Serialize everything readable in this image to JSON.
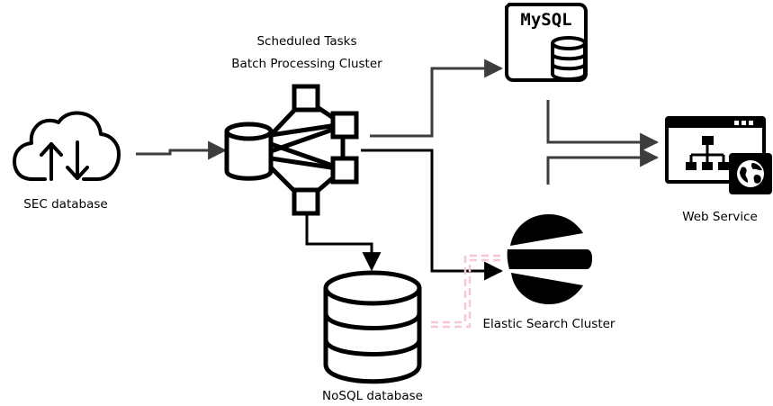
{
  "labels": {
    "sec": "SEC database",
    "scheduled": "Scheduled Tasks",
    "batch": "Batch Processing Cluster",
    "mysql": "MySQL",
    "web": "Web Service",
    "elastic": "Elastic Search Cluster",
    "nosql": "NoSQL database"
  },
  "icons": {
    "sec": "cloud-sync-icon",
    "batch": "cluster-network-icon",
    "mysql": "mysql-database-icon",
    "web": "web-service-icon",
    "elastic": "elasticsearch-icon",
    "nosql": "database-stack-icon"
  },
  "colors": {
    "line": "#3d3d3d",
    "dashed": "#f7c6d9"
  }
}
